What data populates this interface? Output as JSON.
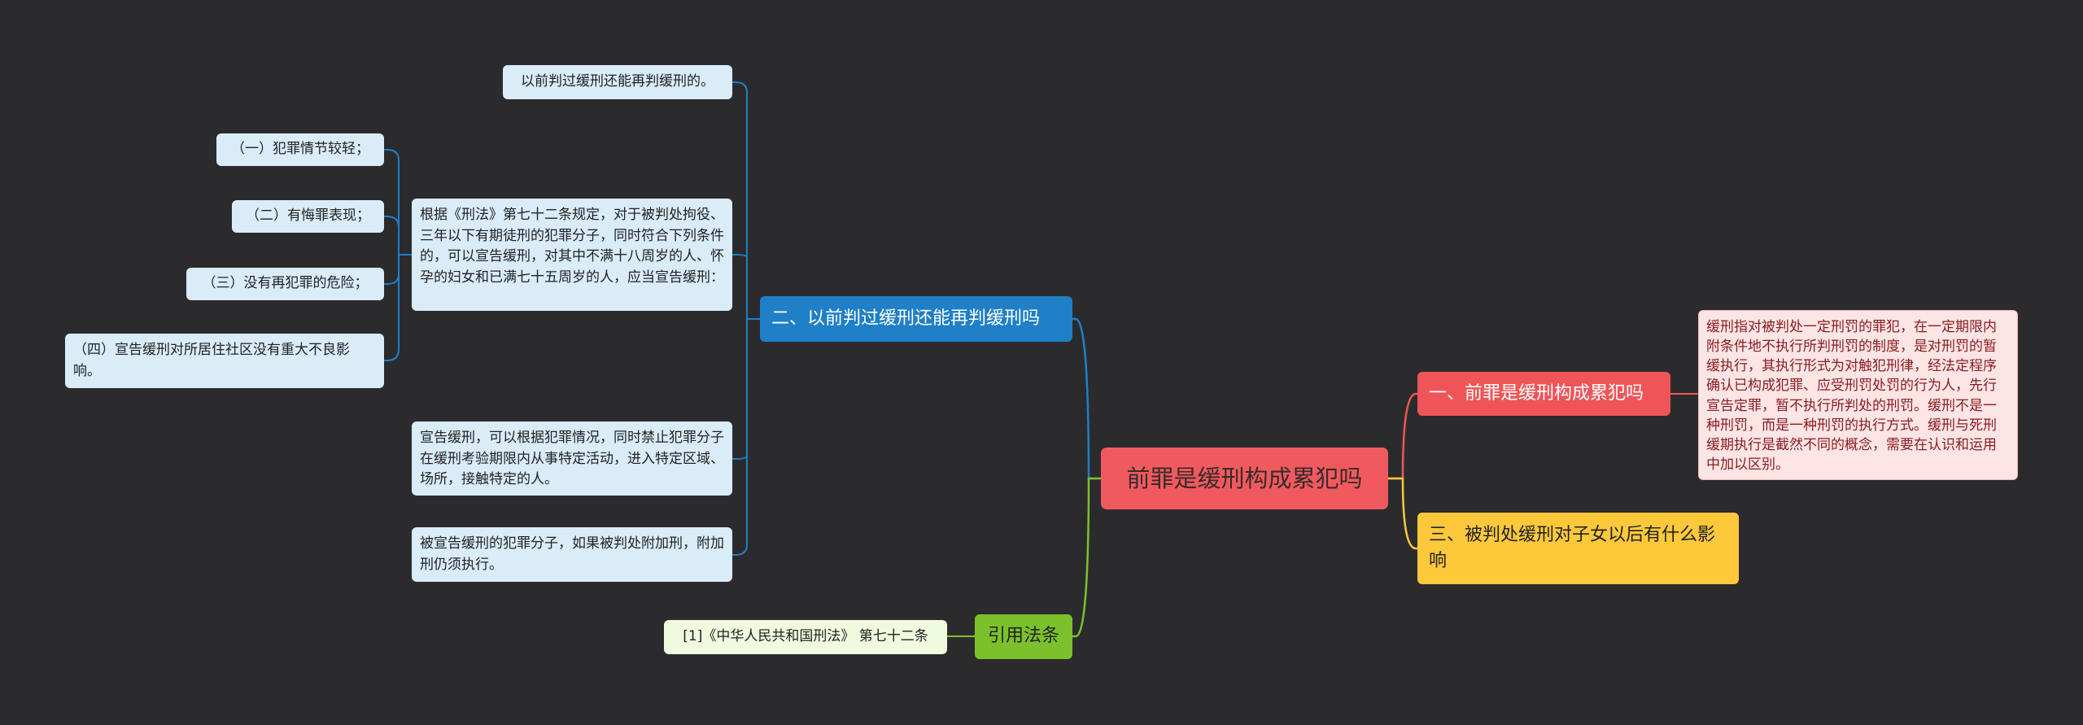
{
  "root": {
    "label": "前罪是缓刑构成累犯吗"
  },
  "branch_two": {
    "label": "二、以前判过缓刑还能再判缓刑吗",
    "answer": "以前判过缓刑还能再判缓刑的。",
    "article": "根据《刑法》第七十二条规定，对于被判处拘役、三年以下有期徒刑的犯罪分子，同时符合下列条件的，可以宣告缓刑，对其中不满十八周岁的人、怀孕的妇女和已满七十五周岁的人，应当宣告缓刑：",
    "conditions": [
      "（一）犯罪情节较轻；",
      "（二）有悔罪表现；",
      "（三）没有再犯罪的危险；",
      "（四）宣告缓刑对所居住社区没有重大不良影响。"
    ],
    "restriction": "宣告缓刑，可以根据犯罪情况，同时禁止犯罪分子在缓刑考验期限内从事特定活动，进入特定区域、场所，接触特定的人。",
    "additional": "被宣告缓刑的犯罪分子，如果被判处附加刑，附加刑仍须执行。"
  },
  "branch_law": {
    "label": "引用法条",
    "ref": "[1]《中华人民共和国刑法》 第七十二条"
  },
  "branch_one": {
    "label": "一、前罪是缓刑构成累犯吗",
    "detail": "缓刑指对被判处一定刑罚的罪犯，在一定期限内附条件地不执行所判刑罚的制度，是对刑罚的暂缓执行，其执行形式为对触犯刑律，经法定程序确认已构成犯罪、应受刑罚处罚的行为人，先行宣告定罪，暂不执行所判处的刑罚。缓刑不是一种刑罚，而是一种刑罚的执行方式。缓刑与死刑缓期执行是截然不同的概念，需要在认识和运用中加以区别。"
  },
  "branch_three": {
    "label": "三、被判处缓刑对子女以后有什么影响"
  },
  "colors": {
    "background": "#2b2b2d",
    "root": "#f05a5f",
    "blue": "#1f7fc7",
    "red": "#ef5558",
    "yellow": "#fdc93b",
    "green": "#7cc12c",
    "leaf_blue": "#d9ecf8",
    "leaf_pink": "#fde5e5",
    "leaf_green": "#effade"
  }
}
